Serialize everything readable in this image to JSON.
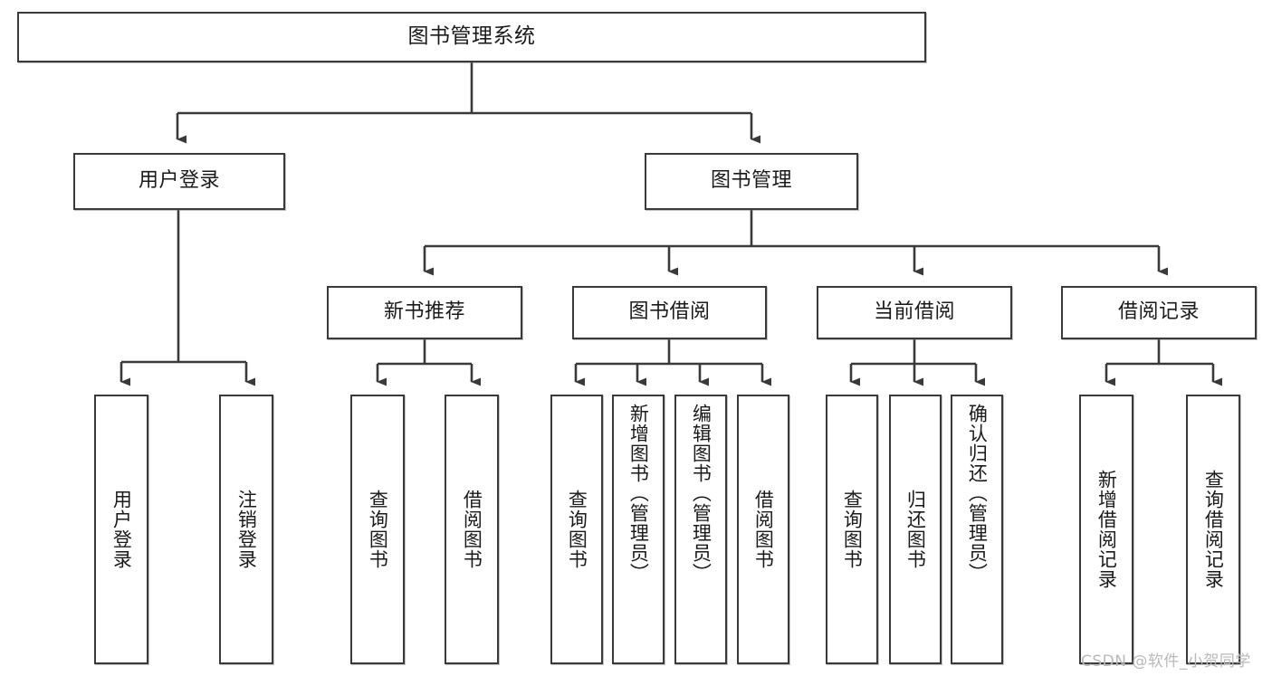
{
  "diagram": {
    "title": "图书管理系统",
    "type": "tree-hierarchy-chart",
    "root": {
      "label": "图书管理系统"
    },
    "level2": [
      {
        "label": "用户登录"
      },
      {
        "label": "图书管理"
      }
    ],
    "level3": [
      {
        "label": "新书推荐"
      },
      {
        "label": "图书借阅"
      },
      {
        "label": "当前借阅"
      },
      {
        "label": "借阅记录"
      }
    ],
    "leaves": {
      "user_login": [
        {
          "label": "用户登录"
        },
        {
          "label": "注销登录"
        }
      ],
      "new_book_recommend": [
        {
          "label": "查询图书"
        },
        {
          "label": "借阅图书"
        }
      ],
      "book_borrow": [
        {
          "label": "查询图书"
        },
        {
          "label": "新增图书（管理员）"
        },
        {
          "label": "编辑图书（管理员）"
        },
        {
          "label": "借阅图书"
        }
      ],
      "current_borrow": [
        {
          "label": "查询图书"
        },
        {
          "label": "归还图书"
        },
        {
          "label": "确认归还（管理员）"
        }
      ],
      "borrow_record": [
        {
          "label": "新增借阅记录"
        },
        {
          "label": "查询借阅记录"
        }
      ]
    }
  },
  "watermark": {
    "text": "CSDN @软件_小贺同学"
  },
  "colors": {
    "stroke": "#3a3a3a",
    "fill": "#ffffff",
    "text": "#1a1a1a",
    "watermark": "#b9b9b9",
    "background": "#ffffff"
  }
}
